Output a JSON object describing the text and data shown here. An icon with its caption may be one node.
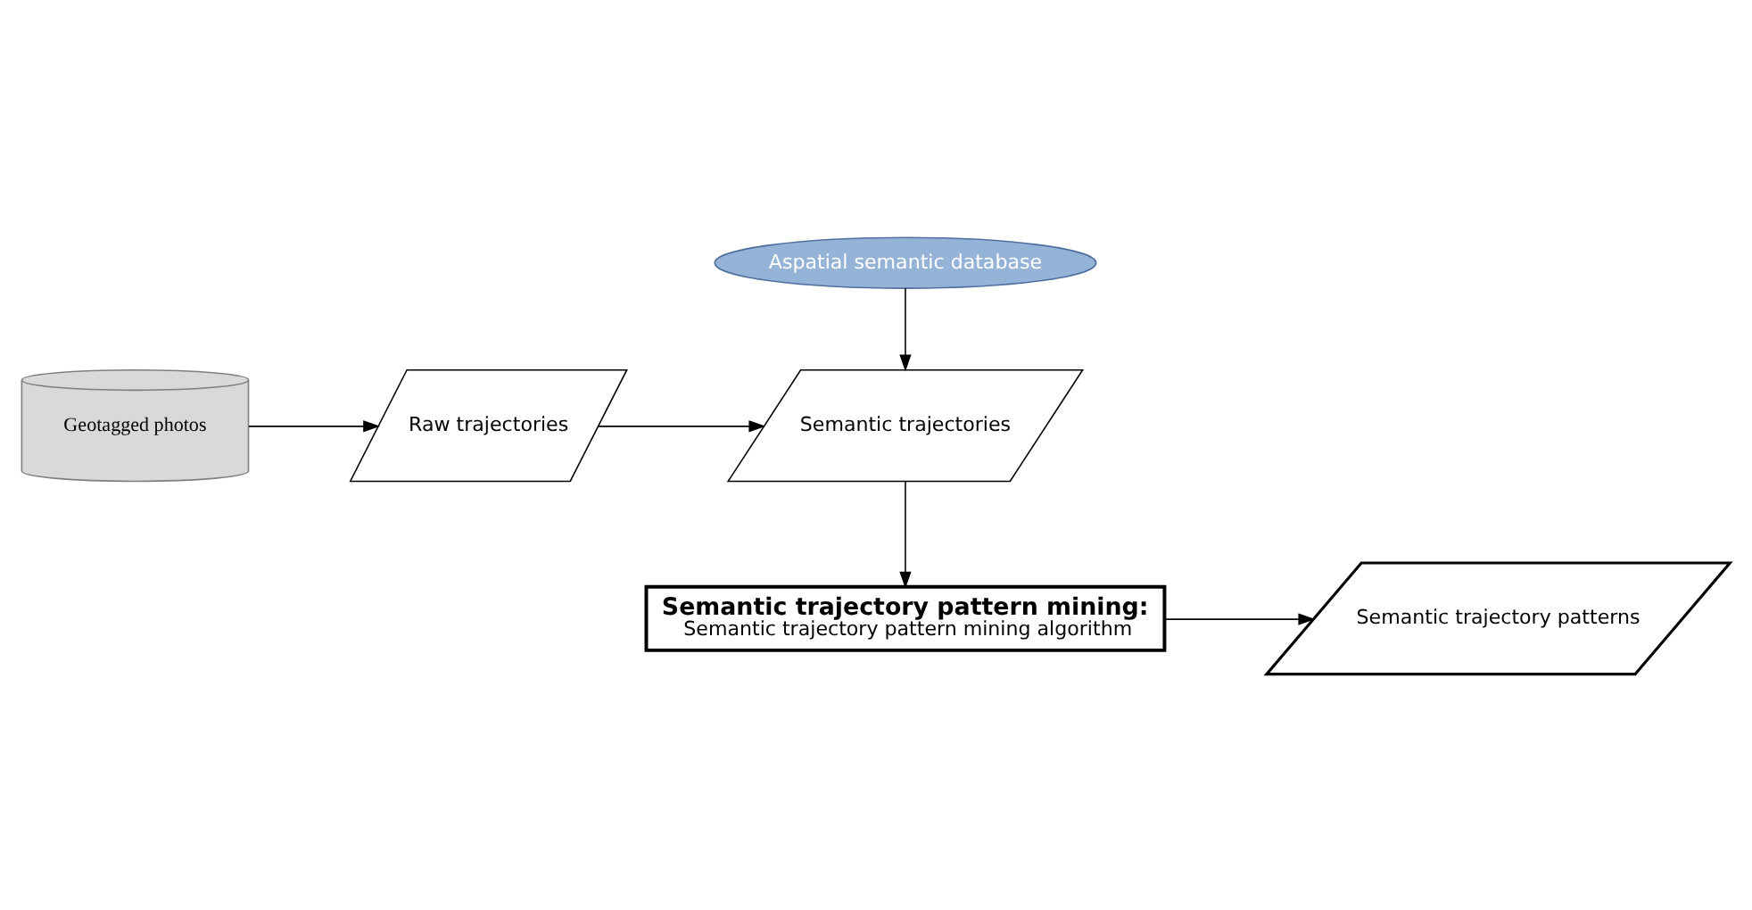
{
  "diagram": {
    "nodes": [
      {
        "text": [
          "Geotagged photos"
        ]
      },
      {
        "text": [
          "Raw trajectories"
        ]
      },
      {
        "text": [
          "Aspatial semantic database"
        ]
      },
      {
        "text": [
          "Semantic trajectories"
        ]
      },
      {
        "text": [
          "Semantic trajectory pattern mining:",
          "Semantic trajectory pattern mining algorithm"
        ]
      },
      {
        "text": [
          "Semantic trajectory patterns"
        ]
      }
    ],
    "edges": [
      {
        "from": 0,
        "to": 1,
        "arrow": "to"
      },
      {
        "from": 1,
        "to": 3,
        "arrow": "to"
      },
      {
        "from": 2,
        "to": 3,
        "arrow": "to"
      },
      {
        "from": 3,
        "to": 4,
        "arrow": "to"
      },
      {
        "from": 4,
        "to": 5,
        "arrow": "to"
      }
    ]
  }
}
